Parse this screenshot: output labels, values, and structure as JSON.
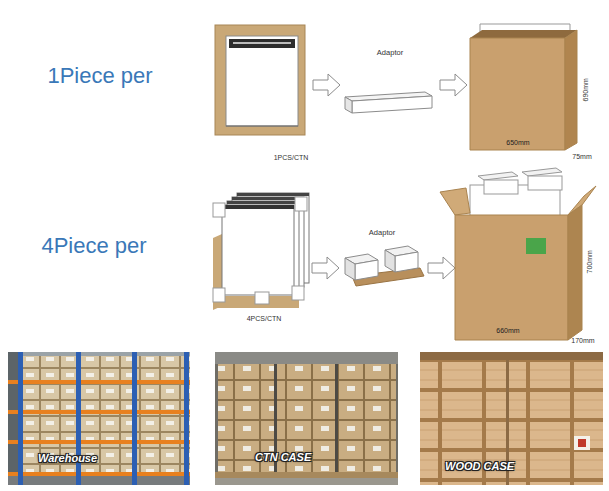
{
  "diagram": {
    "nodes": [
      {
        "text": [
          "Warehouse"
        ]
      },
      {
        "text": [
          "CTN CASE"
        ]
      },
      {
        "text": [
          "WOOD CASE"
        ]
      }
    ],
    "labels": [
      "1Piece per",
      "Adaptor",
      "1PCS/CTN",
      "690mm",
      "650mm",
      "75mm",
      "4Piece per",
      "Adaptor",
      "4PCS/CTN",
      "700mm",
      "660mm",
      "170mm"
    ]
  }
}
